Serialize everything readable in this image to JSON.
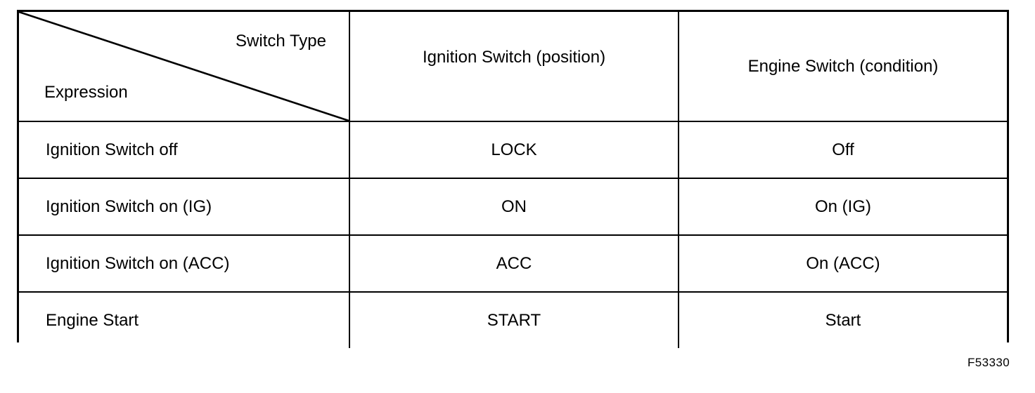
{
  "figure": {
    "caption": "F53330"
  },
  "table": {
    "corner": {
      "top_right_label": "Switch Type",
      "bottom_left_label": "Expression",
      "diagonal": "diagonal-divider-line"
    },
    "columns": [
      {
        "key": "expression",
        "header": "Expression"
      },
      {
        "key": "ignition_switch_position",
        "header": "Ignition Switch (position)"
      },
      {
        "key": "engine_switch_condition",
        "header": "Engine Switch (condition)"
      }
    ],
    "rows": [
      {
        "expression": "Ignition Switch off",
        "ignition_switch_position": "LOCK",
        "engine_switch_condition": "Off"
      },
      {
        "expression": "Ignition Switch on (IG)",
        "ignition_switch_position": "ON",
        "engine_switch_condition": "On (IG)"
      },
      {
        "expression": "Ignition Switch on (ACC)",
        "ignition_switch_position": "ACC",
        "engine_switch_condition": "On (ACC)"
      },
      {
        "expression": "Engine Start",
        "ignition_switch_position": "START",
        "engine_switch_condition": "Start"
      }
    ]
  },
  "colors": {
    "border": "#000000",
    "text": "#000000",
    "background": "#ffffff"
  }
}
